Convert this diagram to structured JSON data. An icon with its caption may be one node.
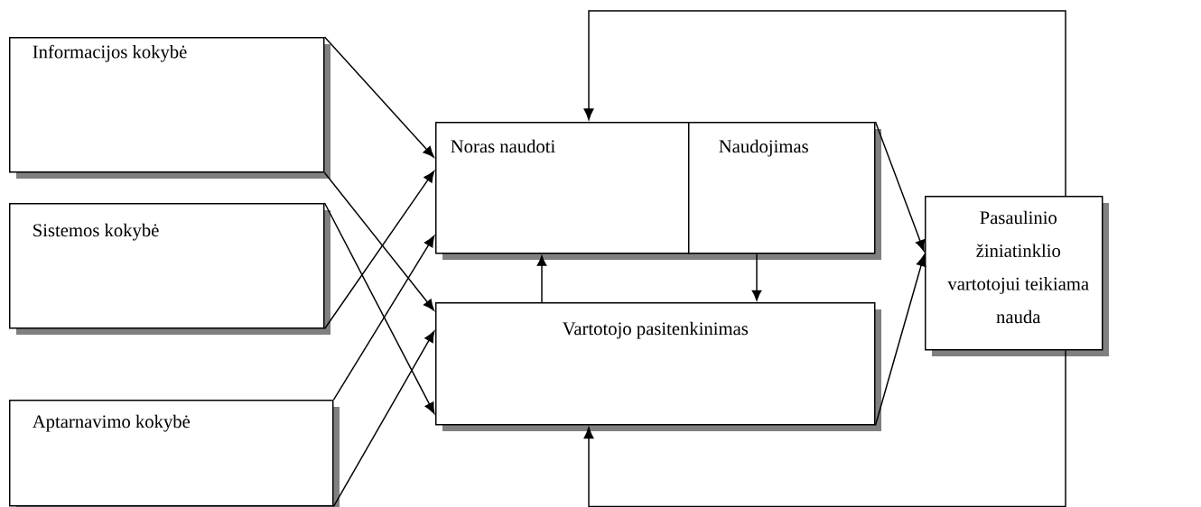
{
  "diagram": {
    "nodes": [
      {
        "text": [
          "Informacijos kokybė"
        ]
      },
      {
        "text": [
          "Sistemos kokybė"
        ]
      },
      {
        "text": [
          "Aptarnavimo kokybė"
        ]
      },
      {
        "text": [
          "Noras naudoti"
        ]
      },
      {
        "text": [
          "Naudojimas"
        ]
      },
      {
        "text": [
          "Vartotojo pasitenkinimas"
        ]
      },
      {
        "text": [
          "Pasaulinio žiniatinklio vartotojui teikiama nauda"
        ]
      }
    ],
    "edges": [
      {
        "from": 0,
        "to": 3,
        "arrow": "to"
      },
      {
        "from": 0,
        "to": 5,
        "arrow": "to"
      },
      {
        "from": 1,
        "to": 3,
        "arrow": "to"
      },
      {
        "from": 1,
        "to": 5,
        "arrow": "to"
      },
      {
        "from": 2,
        "to": 3,
        "arrow": "to"
      },
      {
        "from": 2,
        "to": 5,
        "arrow": "to"
      },
      {
        "from": 5,
        "to": 3,
        "arrow": "to"
      },
      {
        "from": 4,
        "to": 5,
        "arrow": "to"
      },
      {
        "from": 4,
        "to": 6,
        "arrow": "to"
      },
      {
        "from": 5,
        "to": 6,
        "arrow": "to"
      },
      {
        "from": 6,
        "to": 3,
        "arrow": "to"
      },
      {
        "from": 6,
        "to": 5,
        "arrow": "to"
      }
    ]
  }
}
